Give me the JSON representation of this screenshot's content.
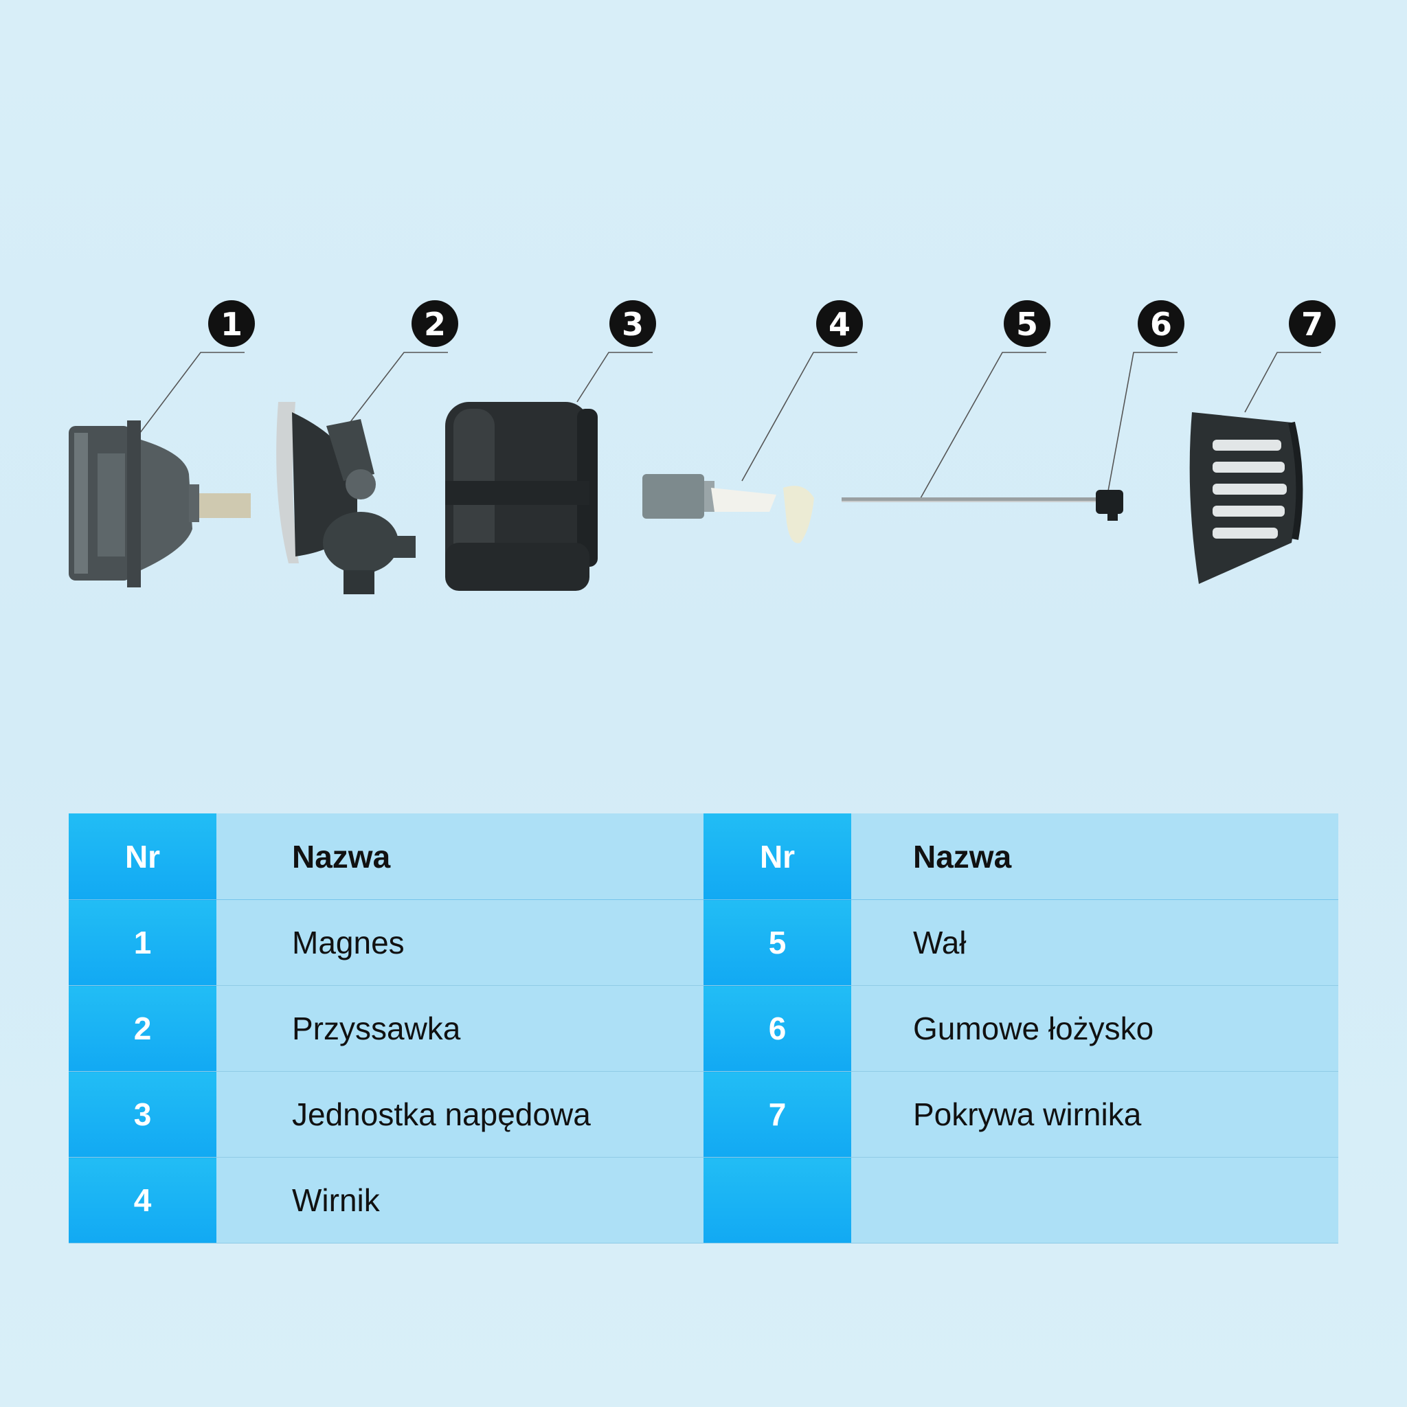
{
  "colors": {
    "background": "#d6edf8",
    "table_number_column": "#17b2f4",
    "table_name_column": "#ade0f6",
    "callout_badge": "#111111"
  },
  "callouts": [
    {
      "number": "1",
      "part": "magnet"
    },
    {
      "number": "2",
      "part": "suction-cup"
    },
    {
      "number": "3",
      "part": "drive-unit"
    },
    {
      "number": "4",
      "part": "impeller"
    },
    {
      "number": "5",
      "part": "shaft"
    },
    {
      "number": "6",
      "part": "rubber-bearing"
    },
    {
      "number": "7",
      "part": "impeller-cover"
    }
  ],
  "table": {
    "header": {
      "nr": "Nr",
      "name": "Nazwa"
    },
    "rows": [
      {
        "left_nr": "1",
        "left_name": "Magnes",
        "right_nr": "5",
        "right_name": "Wał"
      },
      {
        "left_nr": "2",
        "left_name": "Przyssawka",
        "right_nr": "6",
        "right_name": "Gumowe łożysko"
      },
      {
        "left_nr": "3",
        "left_name": "Jednostka napędowa",
        "right_nr": "7",
        "right_name": "Pokrywa wirnika"
      },
      {
        "left_nr": "4",
        "left_name": "Wirnik",
        "right_nr": "",
        "right_name": ""
      }
    ]
  }
}
